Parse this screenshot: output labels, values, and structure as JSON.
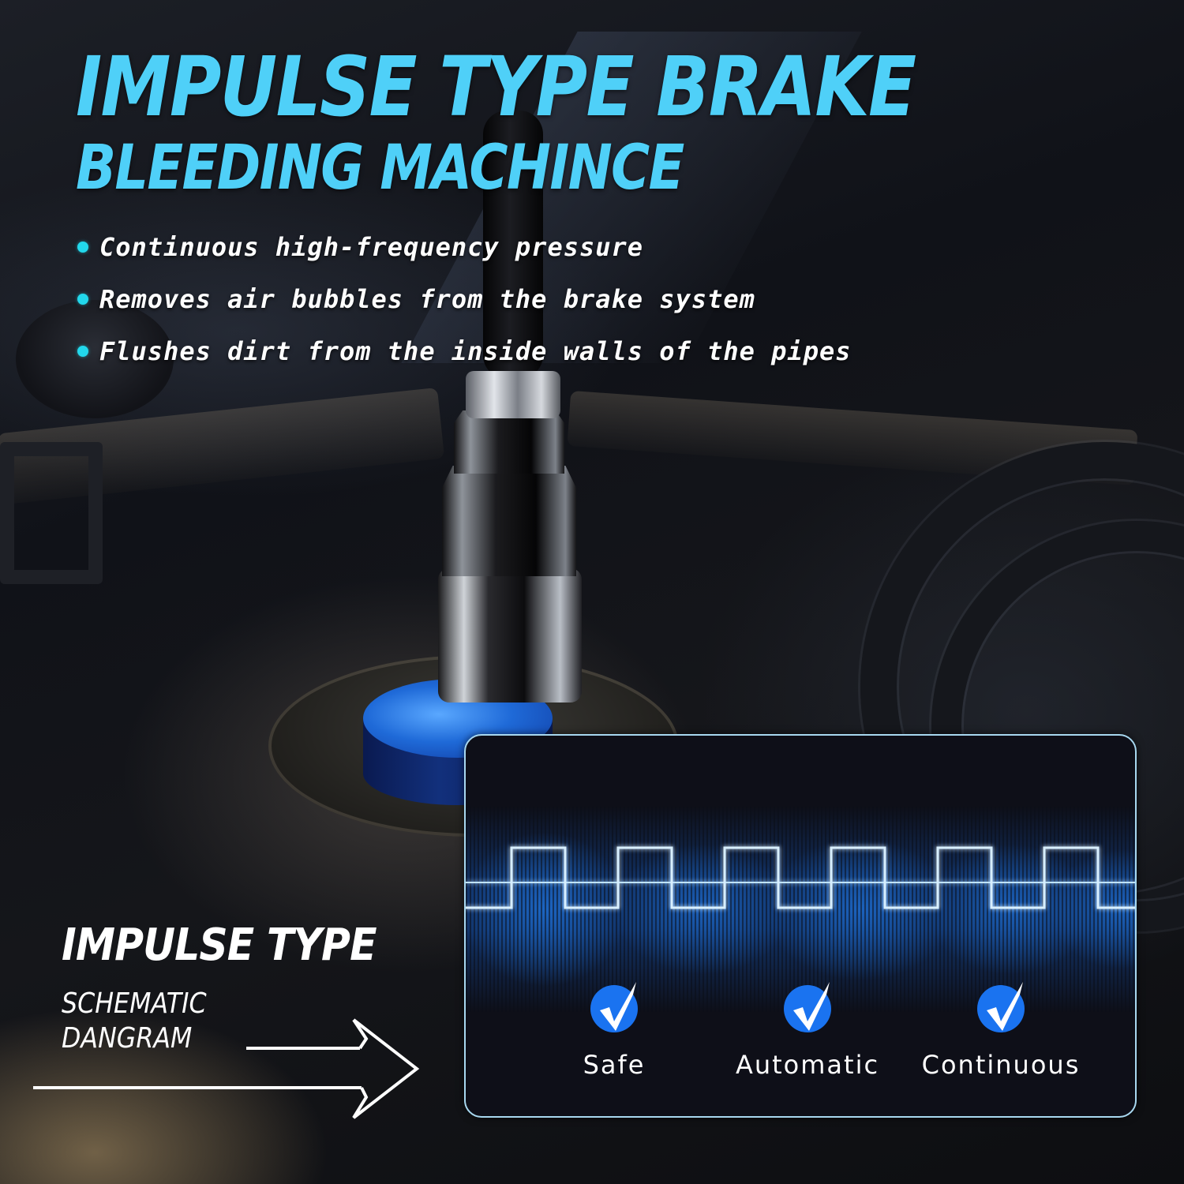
{
  "title": {
    "line1": "IMPULSE TYPE BRAKE",
    "line2": "BLEEDING MACHINCE",
    "color": "#4fd0f8"
  },
  "bullets": {
    "dot_color": "#22d8ec",
    "items": [
      {
        "text": "Continuous high-frequency pressure"
      },
      {
        "text": "Removes air bubbles from the brake system"
      },
      {
        "text": "Flushes dirt from the inside walls of the pipes"
      }
    ]
  },
  "schematic": {
    "heading": "IMPULSE TYPE",
    "line1": "SCHEMATIC",
    "line2": "DANGRAM",
    "arrow_icon": "arrow-right-outline"
  },
  "panel": {
    "border_color": "#a8d8f0",
    "background": "#0e0f18",
    "waveform": {
      "type": "square-wave",
      "pulses": 6,
      "line_color": "#cfeaff",
      "glow_color": "#1e6ed2"
    },
    "features": [
      {
        "icon": "check-circle-icon",
        "label": "Safe"
      },
      {
        "icon": "check-circle-icon",
        "label": "Automatic"
      },
      {
        "icon": "check-circle-icon",
        "label": "Continuous"
      }
    ],
    "check_color": "#1a73f0"
  }
}
